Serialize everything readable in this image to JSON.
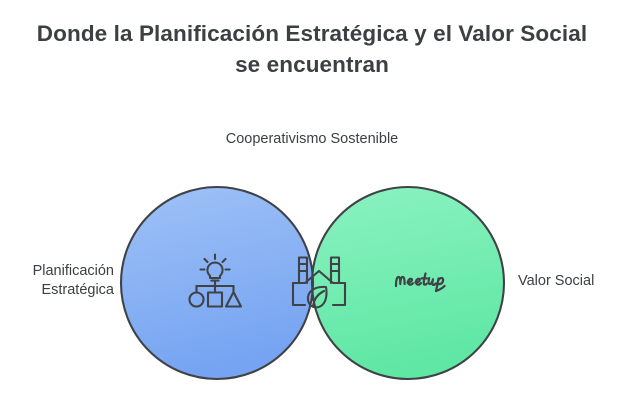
{
  "page": {
    "title": "Donde la Planificación Estratégica y el Valor Social\nse encuentran",
    "background_color": "#ffffff",
    "text_color": "#3c4043"
  },
  "diagram": {
    "type": "venn",
    "sets": [
      {
        "id": "left",
        "label": "Planificación\nEstratégica",
        "fill_top": "#9dc0f5",
        "fill_bottom": "#7aa6f2",
        "stroke": "#3f4246",
        "icon": "strategy-lightbulb-icon"
      },
      {
        "id": "right",
        "label": "Valor Social",
        "fill_top": "#87f0bd",
        "fill_bottom": "#63e9a7",
        "stroke": "#3f4246",
        "icon": "meetup-wordmark-icon"
      }
    ],
    "intersection": {
      "label": "Cooperativismo Sostenible",
      "fill_top": "#82e2fa",
      "fill_bottom": "#5fd4f5",
      "stroke": "#3f4246",
      "icon": "eco-factory-icon"
    }
  },
  "icons": {
    "strategy_lightbulb": "strategy-lightbulb-icon",
    "eco_factory": "eco-factory-icon",
    "meetup_wordmark": "meetup-wordmark-icon"
  },
  "brand": {
    "meetup_wordmark": "Meetup"
  }
}
